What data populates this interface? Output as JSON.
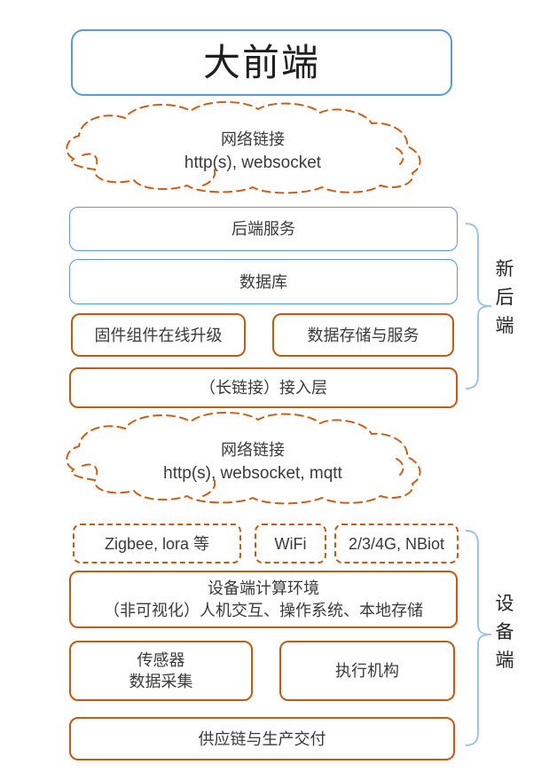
{
  "title": "大前端",
  "clouds": {
    "top": {
      "line1": "网络链接",
      "line2": "http(s), websocket"
    },
    "bottom": {
      "line1": "网络链接",
      "line2": "http(s), websocket, mqtt"
    }
  },
  "backend_group": {
    "brace_label": "新后端",
    "backend_service": "后端服务",
    "database": "数据库",
    "firmware_upgrade": "固件组件在线升级",
    "data_storage": "数据存储与服务",
    "access_layer": "（长链接）接入层"
  },
  "device_group": {
    "brace_label": "设备端",
    "protocols": [
      "Zigbee, lora 等",
      "WiFi",
      "2/3/4G, NBiot"
    ],
    "computing_env": {
      "line1": "设备端计算环境",
      "line2": "（非可视化）人机交互、操作系统、本地存储"
    },
    "sensor": {
      "line1": "传感器",
      "line2": "数据采集"
    },
    "actuator": "执行机构",
    "supply_chain": "供应链与生产交付"
  },
  "colors": {
    "box_blue": "#5B9BD5",
    "box_orange": "#C55A11",
    "cloud_orange": "#CC5F17",
    "brace_blue": "#9DC3E6",
    "text": "#3A3A3A"
  }
}
